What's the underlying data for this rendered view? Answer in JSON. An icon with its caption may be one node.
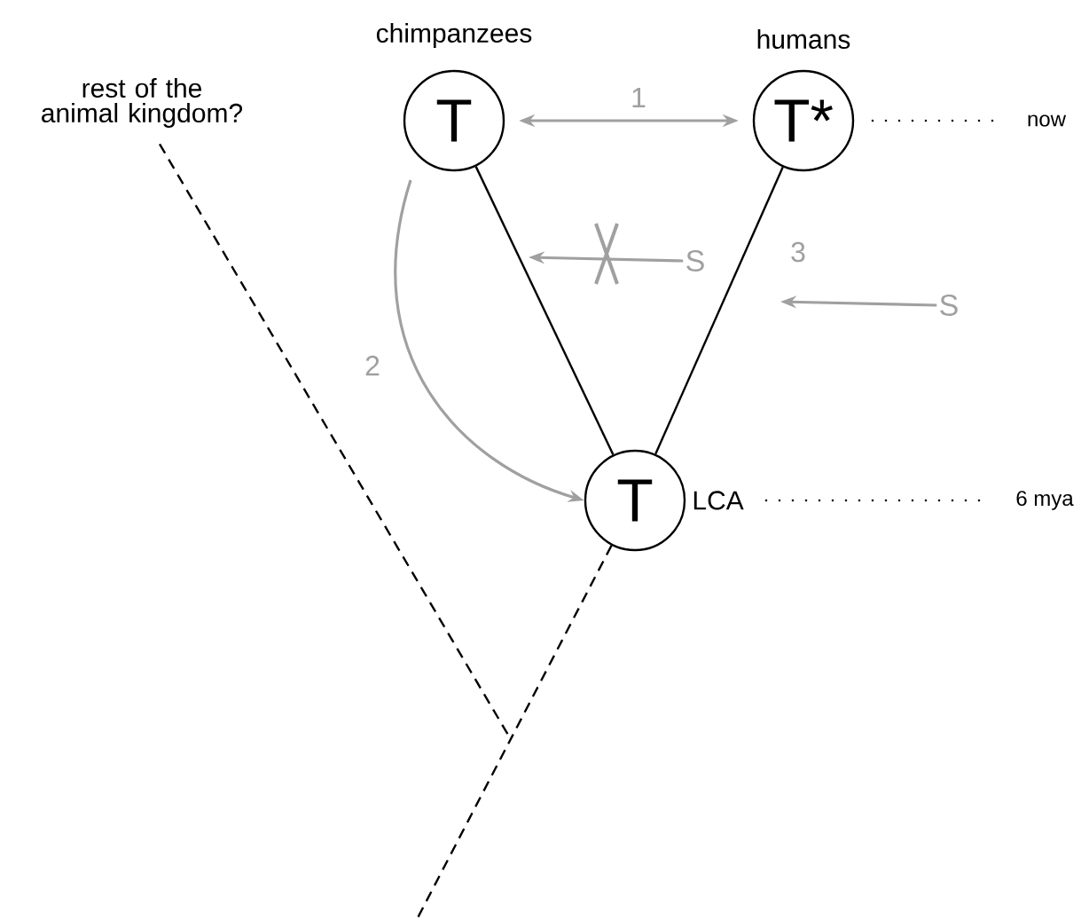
{
  "diagram": {
    "nodes": [
      {
        "text": [
          "T"
        ],
        "beside": [
          "chimpanzees"
        ]
      },
      {
        "text": [
          "T*"
        ],
        "beside": [
          "humans"
        ]
      },
      {
        "text": [
          "T"
        ],
        "beside": [
          "LCA"
        ]
      },
      {
        "text": [
          "rest of the animal kingdom?"
        ]
      },
      {
        "text": [
          "S"
        ]
      },
      {
        "text": [
          "S"
        ]
      }
    ],
    "edges": [
      {
        "from": 2,
        "to": 0,
        "arrow": "none",
        "color": "#000000"
      },
      {
        "from": 2,
        "to": 1,
        "arrow": "none",
        "label": "3",
        "color": "#000000"
      },
      {
        "from": 0,
        "to": 1,
        "arrow": "both",
        "label": "1",
        "color": "#a0a0a0"
      },
      {
        "from": 0,
        "to": 2,
        "arrow": "to",
        "label": "2",
        "color": "#a0a0a0"
      },
      {
        "from": 4,
        "to": null,
        "arrow": "to",
        "color": "#a0a0a0"
      },
      {
        "from": 5,
        "to": null,
        "arrow": "to",
        "color": "#a0a0a0"
      },
      {
        "from": 2,
        "to": null,
        "arrow": "none",
        "style": "dashed"
      },
      {
        "from": 3,
        "to": null,
        "arrow": "none",
        "style": "dashed"
      }
    ],
    "labels": [
      "now",
      "6 mya"
    ]
  }
}
